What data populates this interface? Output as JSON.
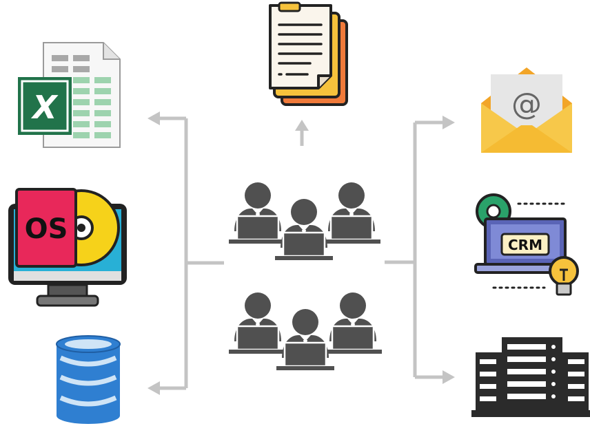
{
  "icons": {
    "excel": {
      "name": "excel-spreadsheet-icon",
      "letter": "X"
    },
    "os": {
      "name": "operating-system-icon",
      "label": "OS"
    },
    "database": {
      "name": "database-icon"
    },
    "documents": {
      "name": "documents-icon"
    },
    "email": {
      "name": "email-icon",
      "symbol": "@"
    },
    "crm": {
      "name": "crm-icon",
      "label": "CRM"
    },
    "servers": {
      "name": "server-rack-icon"
    }
  },
  "center": {
    "name": "team-of-workers-icon"
  },
  "colors": {
    "connector": "#c4c4c4",
    "person": "#505050",
    "excel_green": "#21734a",
    "os_pink": "#e8285a",
    "disc_yellow": "#f6d21a",
    "db_blue": "#2f7fd1",
    "db_light": "#cfe4f6",
    "envelope": "#f5c030",
    "crm_blue": "#5a64b6",
    "server_dark": "#2b2b2b"
  }
}
